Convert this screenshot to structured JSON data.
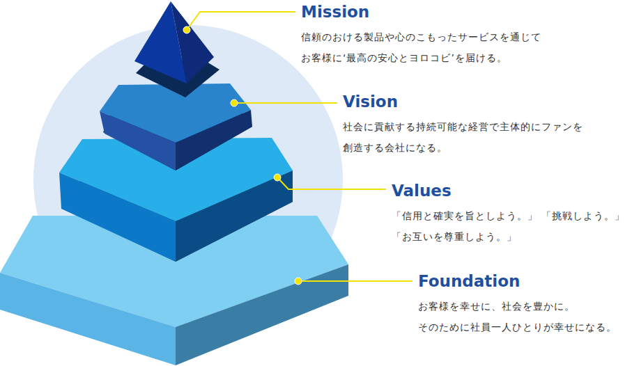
{
  "diagram": {
    "nodes": [
      {
        "text": [
          "Mission",
          "信頼のおける製品や心のこもったサービスを通じて お客様に‘最高の安心とヨロコビ’を届ける。"
        ]
      },
      {
        "text": [
          "Vision",
          "社会に貢献する持続可能な経営で主体的にファンを 創造する会社になる。"
        ]
      },
      {
        "text": [
          "Values",
          "「信用と確実を旨としよう。」 「挑戦しよう。」 「お互いを尊重しよう。」"
        ]
      },
      {
        "text": [
          "Foundation",
          "お客様を幸せに、社会を豊かに。 そのために社員一人ひとりが幸せになる。"
        ]
      }
    ]
  }
}
